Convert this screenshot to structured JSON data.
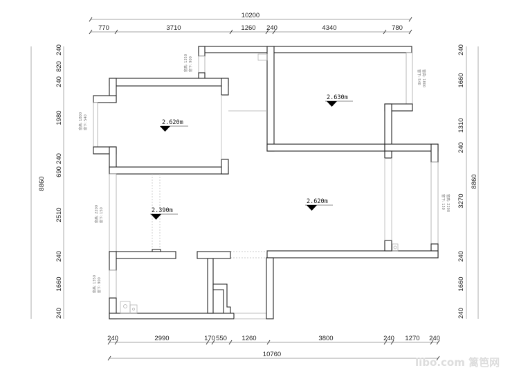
{
  "top_dims": {
    "total": "10200",
    "segments": [
      "770",
      "3710",
      "1260",
      "240",
      "4340",
      "780"
    ]
  },
  "left_dims": {
    "total": "8860",
    "segments": [
      "240",
      "820",
      "240",
      "1980",
      "240",
      "690",
      "2510",
      "240",
      "1660",
      "240"
    ]
  },
  "right_dims": {
    "total": "8860",
    "segments": [
      "240",
      "1660",
      "1310",
      "240",
      "3270",
      "240",
      "1660",
      "240"
    ]
  },
  "bottom_dims": {
    "total": "10760",
    "segments": [
      "240",
      "2990",
      "170",
      "550",
      "1260",
      "3800",
      "240",
      "1270",
      "240"
    ]
  },
  "levels": [
    "2.620m",
    "2.630m",
    "2.620m",
    "2.390m"
  ],
  "window_notes": [
    [
      "窗高: 1350",
      "窗下: 900"
    ],
    [
      "窗高: 1800",
      "窗下: 540"
    ],
    [
      "窗高: 2200",
      "窗下: 150"
    ],
    [
      "窗高: 1350",
      "窗下: 900"
    ],
    [
      "窗高: 1800",
      "窗下: 540"
    ],
    [
      "窗高: 2200",
      "窗下: 150"
    ]
  ],
  "watermark": "libo.com 篱笆网"
}
